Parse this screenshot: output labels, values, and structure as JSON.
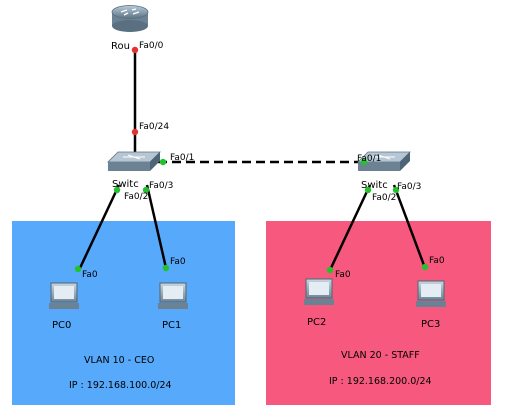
{
  "colors": {
    "vlan10_zone": "#57a9fb",
    "vlan20_zone": "#f6597d",
    "link": "#000000",
    "port_up": "#21c32a",
    "port_down": "#e53030",
    "device_body": "#8aa2b4"
  },
  "devices": {
    "router": {
      "label": "Rou",
      "icon": "router-icon"
    },
    "switch1": {
      "label": "Switc",
      "icon": "switch-icon"
    },
    "switch2": {
      "label": "Switc",
      "icon": "switch-icon"
    },
    "pc0": {
      "label": "PC0",
      "icon": "pc-icon"
    },
    "pc1": {
      "label": "PC1",
      "icon": "pc-icon"
    },
    "pc2": {
      "label": "PC2",
      "icon": "pc-icon"
    },
    "pc3": {
      "label": "PC3",
      "icon": "pc-icon"
    }
  },
  "ports": {
    "router_fa0_0": "Fa0/0",
    "sw1_fa0_24": "Fa0/24",
    "sw1_fa0_1": "Fa0/1",
    "sw1_fa0_2": "Fa0/2",
    "sw1_fa0_3": "Fa0/3",
    "sw2_fa0_1": "Fa0/1",
    "sw2_fa0_2": "Fa0/2",
    "sw2_fa0_3": "Fa0/3",
    "pc0_fa0": "Fa0",
    "pc1_fa0": "Fa0",
    "pc2_fa0": "Fa0",
    "pc3_fa0": "Fa0"
  },
  "zones": {
    "vlan10": {
      "name": "VLAN 10 - CEO",
      "ip": "IP : 192.168.100.0/24"
    },
    "vlan20": {
      "name": "VLAN 20 - STAFF",
      "ip": "IP : 192.168.200.0/24"
    }
  }
}
